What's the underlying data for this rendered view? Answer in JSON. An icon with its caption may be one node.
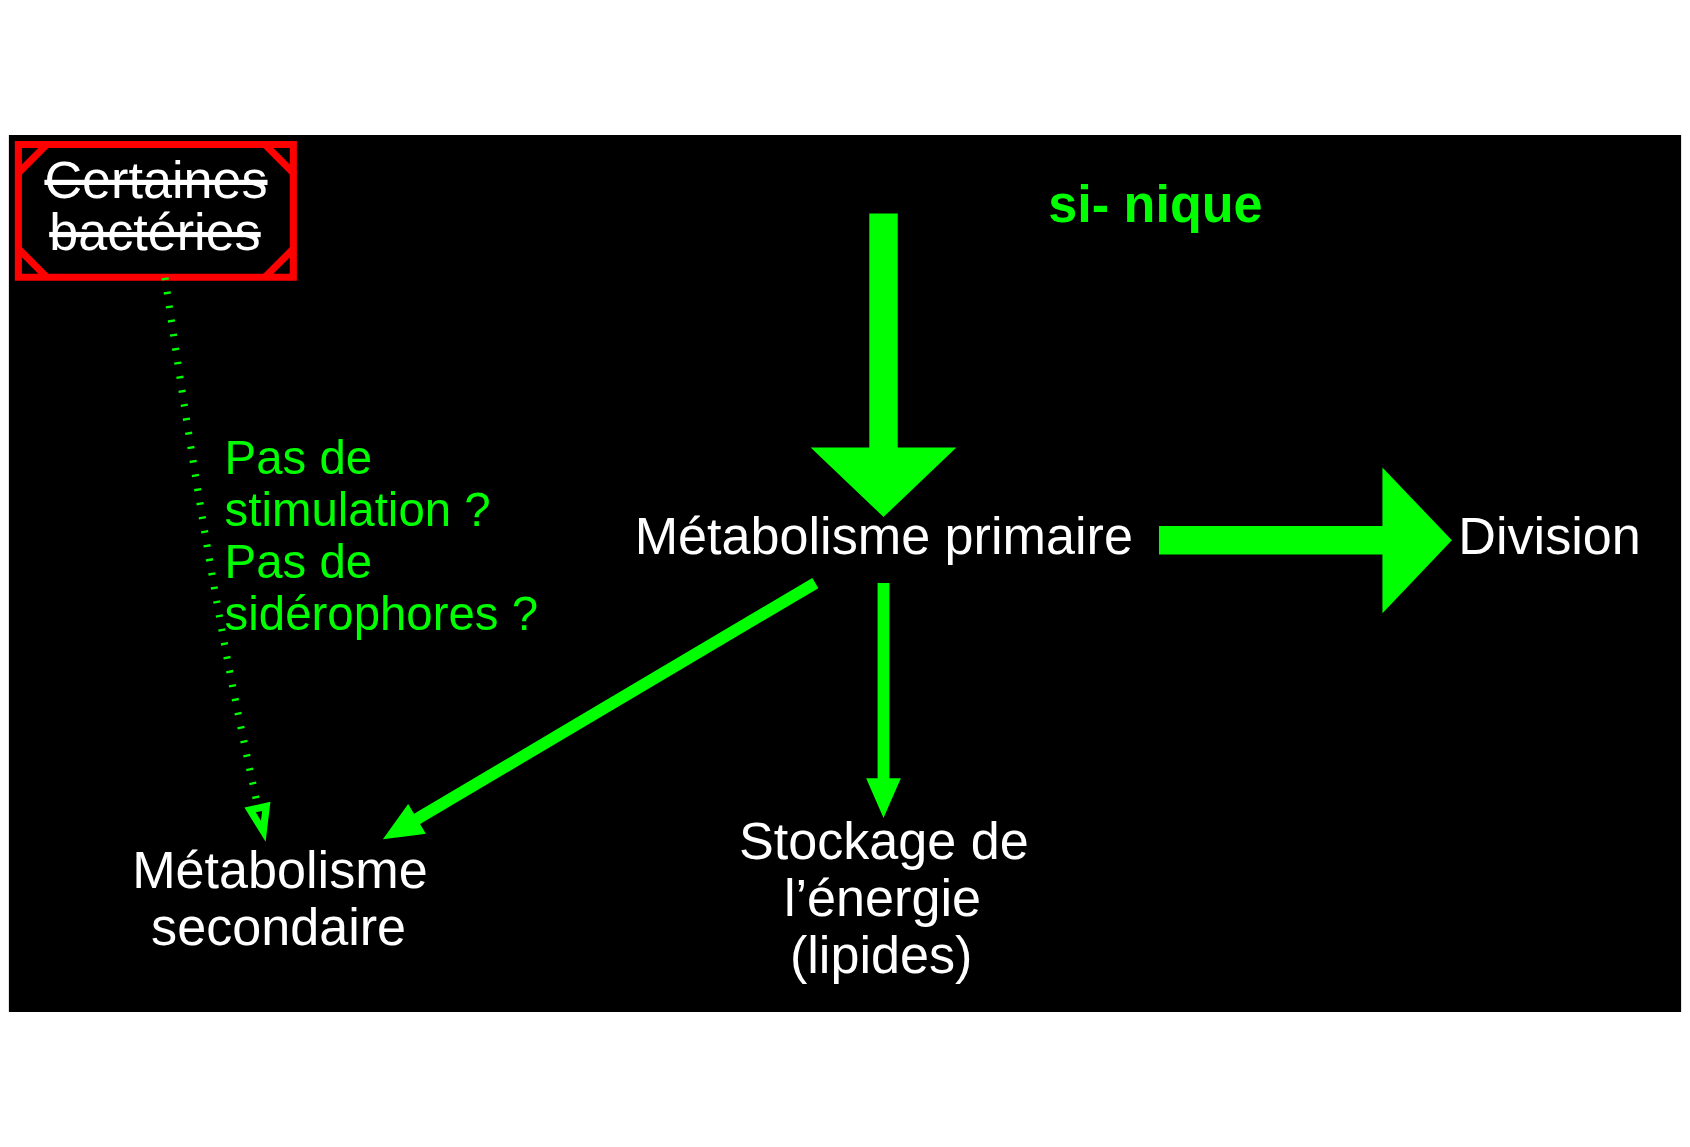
{
  "diagram": {
    "nodes": [
      {
        "text": [
          "Certaines bactéries"
        ]
      },
      {
        "text": [
          "Métabolisme primaire"
        ]
      },
      {
        "text": [
          "Division"
        ]
      },
      {
        "text": [
          "Métabolisme secondaire"
        ]
      },
      {
        "text": [
          "Stockage de l’énergie (lipides)"
        ]
      }
    ],
    "edges": [
      {
        "from": null,
        "to": 1,
        "arrow": "to",
        "style": "thick"
      },
      {
        "from": 1,
        "to": 2,
        "arrow": "to",
        "style": "thick"
      },
      {
        "from": 1,
        "to": 3,
        "arrow": "to"
      },
      {
        "from": 1,
        "to": 4,
        "arrow": "to"
      },
      {
        "from": 0,
        "to": 3,
        "arrow": "to",
        "style": "dashed",
        "label": "Pas de stimulation ? Pas de sidérophores ?"
      }
    ],
    "labels": [
      "si- nique"
    ]
  }
}
